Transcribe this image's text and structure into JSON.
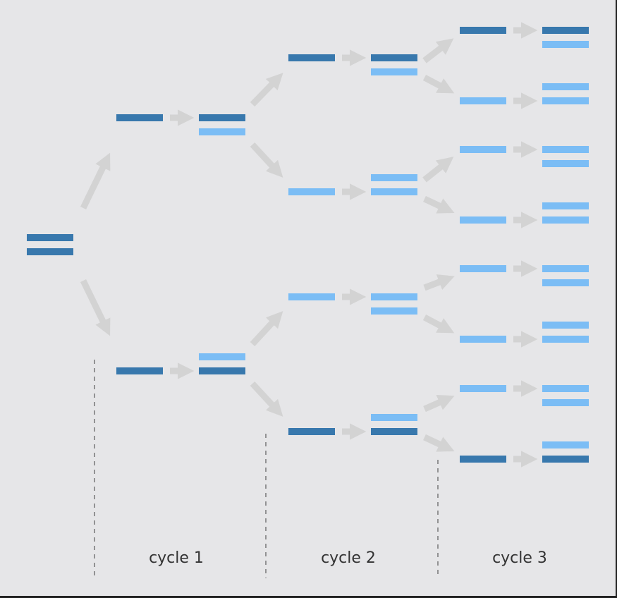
{
  "colors": {
    "background": "#e6e6e8",
    "original_strand": "#3878ad",
    "new_strand": "#7bbdf5",
    "arrow": "#d3d3d3",
    "divider": "#777777",
    "label": "#333333"
  },
  "labels": {
    "cycle_1": "cycle 1",
    "cycle_2": "cycle 2",
    "cycle_3": "cycle 3"
  },
  "diagram": {
    "description_type": "PCR amplification tree",
    "starting_molecule": [
      "original",
      "original"
    ],
    "cycles": [
      {
        "products": [
          [
            "original",
            "new"
          ],
          [
            "new",
            "original"
          ]
        ]
      },
      {
        "products": [
          [
            "original",
            "new"
          ],
          [
            "new",
            "new"
          ],
          [
            "new",
            "new"
          ],
          [
            "new",
            "original"
          ]
        ]
      },
      {
        "products": [
          [
            "original",
            "new"
          ],
          [
            "new",
            "new"
          ],
          [
            "new",
            "new"
          ],
          [
            "new",
            "new"
          ],
          [
            "new",
            "new"
          ],
          [
            "new",
            "new"
          ],
          [
            "new",
            "new"
          ],
          [
            "new",
            "original"
          ]
        ]
      }
    ]
  }
}
